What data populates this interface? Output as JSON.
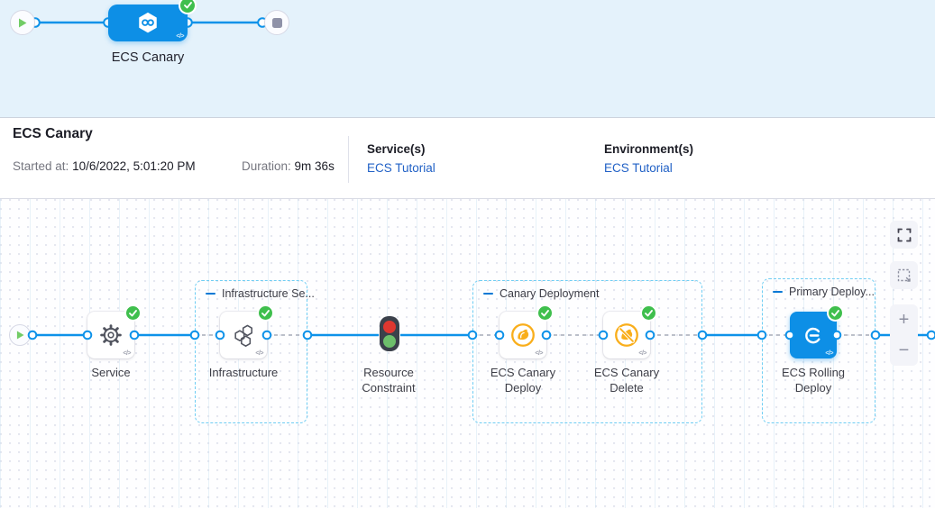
{
  "colors": {
    "accent_blue": "#0d92e9",
    "node_blue": "#0d8fe6",
    "link_blue": "#2161c6",
    "success_green": "#3fbf4d",
    "canary_yellow": "#f9ae1b",
    "top_band_bg": "#e4f2fb"
  },
  "header_graph": {
    "stage_label": "ECS Canary",
    "start_icon": "play-icon",
    "end_icon": "stop-icon",
    "stage_icon": "cd-hexagon-infinity-icon",
    "status_icon": "success-check-icon"
  },
  "summary": {
    "title": "ECS Canary",
    "started_label": "Started at:",
    "started_value": "10/6/2022, 5:01:20 PM",
    "duration_label": "Duration:",
    "duration_value": "9m 36s",
    "services_label": "Service(s)",
    "services_value": "ECS Tutorial",
    "environments_label": "Environment(s)",
    "environments_value": "ECS Tutorial"
  },
  "canvas": {
    "code_glyph": "</>",
    "start_icon": "play-icon",
    "groups": [
      {
        "label": "Infrastructure Se..."
      },
      {
        "label": "Canary Deployment"
      },
      {
        "label": "Primary Deploy..."
      }
    ],
    "nodes": [
      {
        "label": "Service",
        "icon": "gear-icon",
        "status": "success"
      },
      {
        "label": "Infrastructure",
        "icon": "hexagon-cluster-icon",
        "status": "success"
      },
      {
        "label": "Resource Constraint",
        "icon": "traffic-light-icon",
        "status": ""
      },
      {
        "label": "ECS Canary Deploy",
        "icon": "canary-icon",
        "status": "success"
      },
      {
        "label": "ECS Canary Delete",
        "icon": "canary-delete-icon",
        "status": "success"
      },
      {
        "label": "ECS Rolling Deploy",
        "icon": "ecs-rolling-icon",
        "status": "success"
      }
    ],
    "controls": {
      "fit_view_icon": "fit-view-icon",
      "selection_icon": "marquee-selection-icon",
      "zoom_in": "+",
      "zoom_out": "−"
    }
  }
}
